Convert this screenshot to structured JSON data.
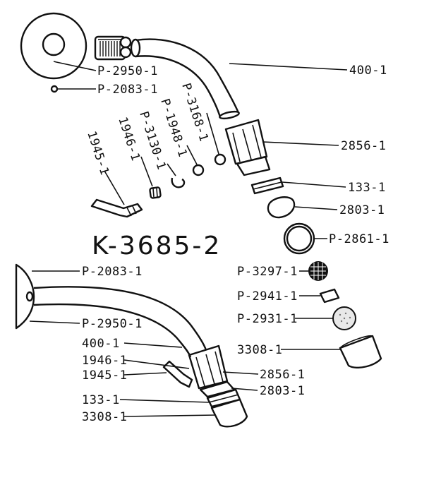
{
  "diagram": {
    "title": "K-3685-2",
    "labels": {
      "p2950_top": "P-2950-1",
      "p2083_top": "P-2083-1",
      "l400_top": "400-1",
      "p3168": "P-3168-1",
      "p1948": "P-1948-1",
      "p3130": "P-3130-1",
      "l1946_top": "1946-1",
      "l1945_top": "1945-1",
      "l2856_top": "2856-1",
      "l133_top": "133-1",
      "l2803_top": "2803-1",
      "p2861": "P-2861-1",
      "p3297": "P-3297-1",
      "p2941": "P-2941-1",
      "p2931": "P-2931-1",
      "l3308_right": "3308-1",
      "p2083_bot": "P-2083-1",
      "p2950_bot": "P-2950-1",
      "l400_bot": "400-1",
      "l1946_bot": "1946-1",
      "l1945_bot": "1945-1",
      "l2856_bot": "2856-1",
      "l2803_bot": "2803-1",
      "l133_bot": "133-1",
      "l3308_bot": "3308-1"
    }
  }
}
